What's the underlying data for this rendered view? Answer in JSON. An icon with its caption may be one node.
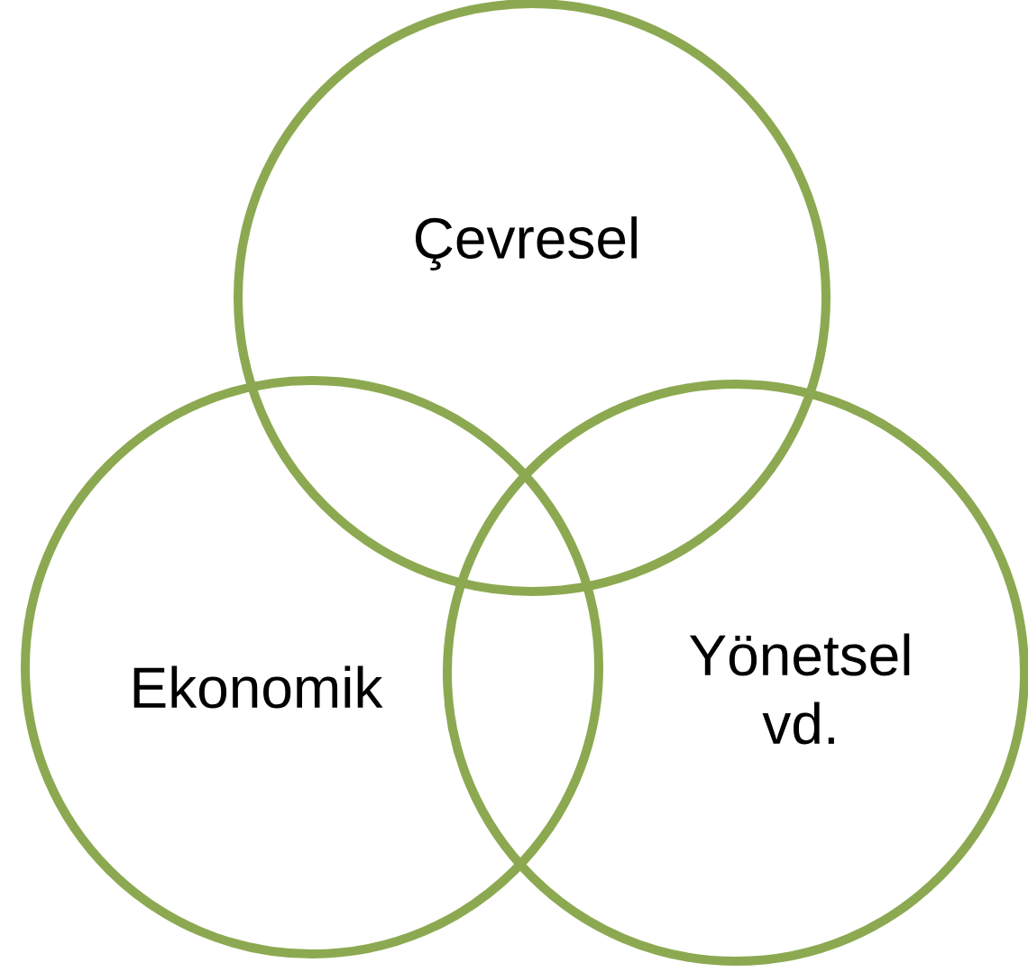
{
  "diagram": {
    "nodes": [
      {
        "text": [
          "Çevresel"
        ]
      },
      {
        "text": [
          "Ekonomik"
        ]
      },
      {
        "text": [
          "Yönetsel vd."
        ]
      }
    ]
  }
}
